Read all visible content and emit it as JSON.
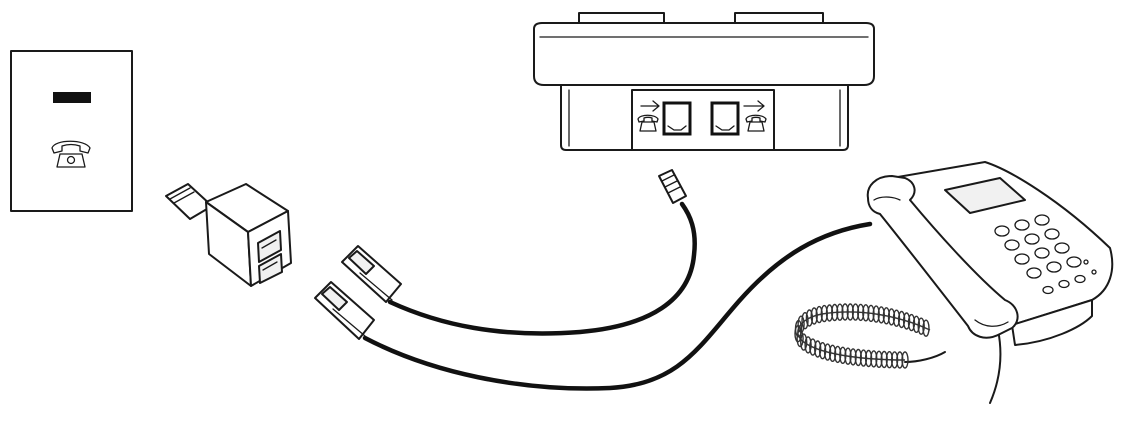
{
  "diagram": {
    "components": [
      {
        "id": "wall-socket",
        "kind": "telephone wall socket",
        "icon": "phone-icon"
      },
      {
        "id": "splitter",
        "kind": "double socket adapter"
      },
      {
        "id": "base-unit",
        "kind": "device base with LINE IN / PHONE OUT ports",
        "icons": [
          "line-in-phone-icon",
          "phone-out-phone-icon"
        ]
      },
      {
        "id": "desk-phone",
        "kind": "corded desk telephone"
      }
    ],
    "connections": [
      {
        "from": "splitter",
        "to": "base-unit",
        "port": "line-in"
      },
      {
        "from": "splitter",
        "to": "desk-phone"
      },
      {
        "from": "base-unit",
        "to": "desk-phone",
        "port": "phone-out"
      }
    ],
    "colors": {
      "line": "#1a1a1a",
      "background": "#ffffff"
    }
  }
}
